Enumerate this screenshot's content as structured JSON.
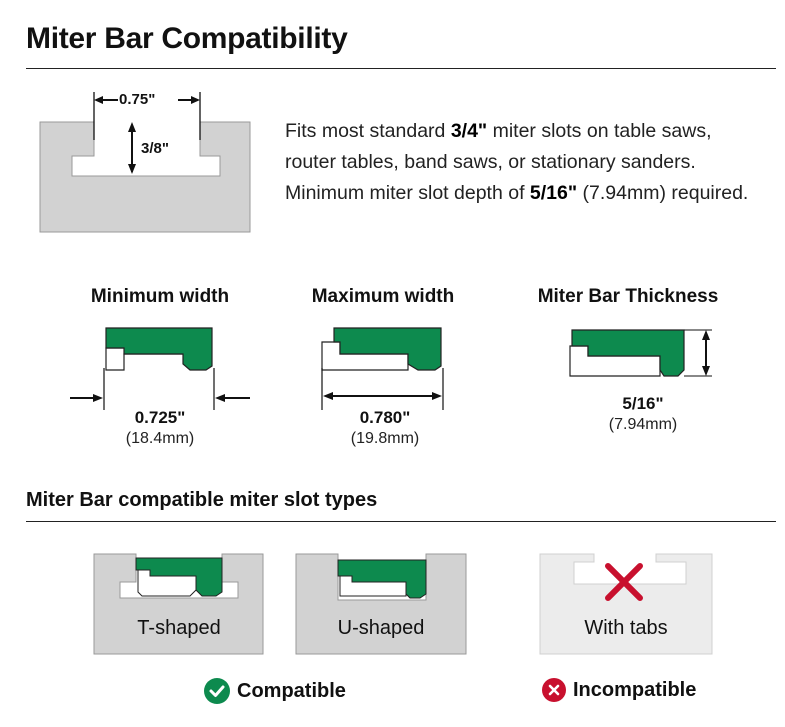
{
  "header": {
    "title": "Miter Bar Compatibility"
  },
  "slot_diagram": {
    "width_label": "0.75\"",
    "depth_label": "3/8\""
  },
  "description": {
    "part1": "Fits most standard ",
    "bold1": "3/4\"",
    "part2": " miter slots on table saws, router tables, band saws, or stationary sanders. Minimum miter slot depth of ",
    "bold2": "5/16\"",
    "part3": " (7.94mm) required."
  },
  "measurements": [
    {
      "heading": "Minimum width",
      "value": "0.725\"",
      "metric": "(18.4mm)"
    },
    {
      "heading": "Maximum width",
      "value": "0.780\"",
      "metric": "(19.8mm)"
    },
    {
      "heading": "Miter Bar Thickness",
      "value": "5/16\"",
      "metric": "(7.94mm)"
    }
  ],
  "slot_types": {
    "section_title": "Miter Bar compatible miter slot types",
    "items": [
      {
        "label": "T-shaped"
      },
      {
        "label": "U-shaped"
      },
      {
        "label": "With tabs"
      }
    ]
  },
  "legend": {
    "compatible": "Compatible",
    "incompatible": "Incompatible"
  },
  "colors": {
    "green": "#0d8a4e",
    "red": "#c8102e",
    "slot_gray": "#d2d2d2",
    "light_gray": "#ececec"
  }
}
